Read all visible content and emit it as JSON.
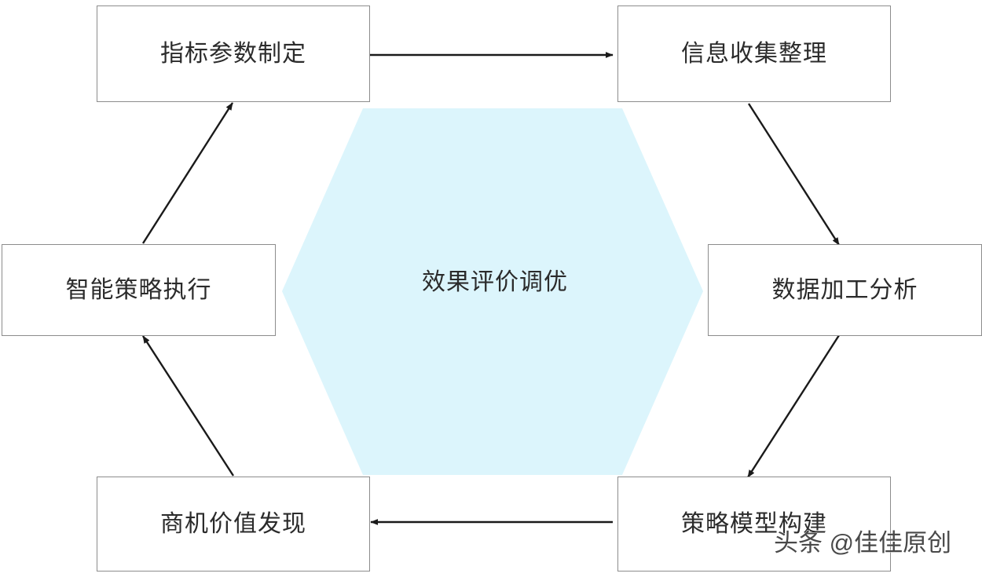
{
  "diagram": {
    "title": "效果评价调优",
    "center": {
      "label": "效果评价调优",
      "shape": "hexagon",
      "fill": "#dcf5fc"
    },
    "nodes": [
      {
        "id": "node-1",
        "label": "指标参数制定",
        "position": "top-left"
      },
      {
        "id": "node-2",
        "label": "信息收集整理",
        "position": "top-right"
      },
      {
        "id": "node-3",
        "label": "数据加工分析",
        "position": "middle-right"
      },
      {
        "id": "node-4",
        "label": "策略模型构建",
        "position": "bottom-right"
      },
      {
        "id": "node-5",
        "label": "商机价值发现",
        "position": "bottom-left"
      },
      {
        "id": "node-6",
        "label": "智能策略执行",
        "position": "middle-left"
      }
    ],
    "connections": [
      {
        "from": "指标参数制定",
        "to": "信息收集整理",
        "style": "arrow"
      },
      {
        "from": "信息收集整理",
        "to": "数据加工分析",
        "style": "arrow"
      },
      {
        "from": "数据加工分析",
        "to": "策略模型构建",
        "style": "arrow"
      },
      {
        "from": "策略模型构建",
        "to": "商机价值发现",
        "style": "arrow"
      },
      {
        "from": "商机价值发现",
        "to": "智能策略执行",
        "style": "arrow"
      },
      {
        "from": "智能策略执行",
        "to": "指标参数制定",
        "style": "arrow"
      }
    ],
    "colors": {
      "box_border": "#8c8c8c",
      "box_fill": "#ffffff",
      "text": "#2b2b2b",
      "arrow": "#1a1a1a",
      "hexagon_fill": "#dcf5fc"
    }
  },
  "watermark": {
    "text": "头条 @佳佳原创"
  }
}
